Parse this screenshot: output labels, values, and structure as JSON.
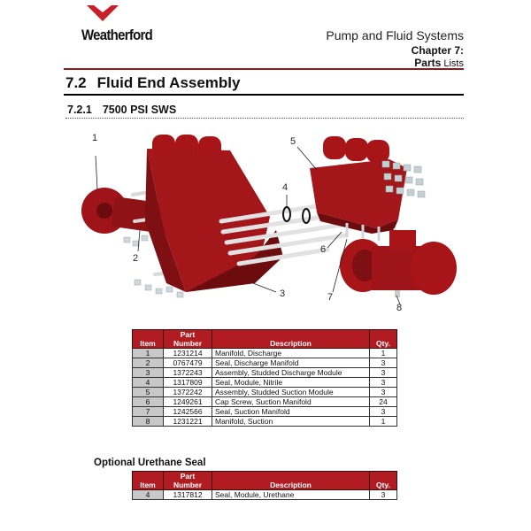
{
  "header": {
    "logo_text": "Weatherford",
    "title": "Pump and Fluid Systems",
    "chapter": "Chapter 7:",
    "section_bold": "Parts",
    "section_rest": " Lists",
    "brand_color": "#b01c22"
  },
  "section": {
    "number": "7.2",
    "title": "Fluid End Assembly"
  },
  "subsection": {
    "number": "7.2.1",
    "title": "7500 PSI SWS"
  },
  "diagram": {
    "callouts": [
      "1",
      "2",
      "3",
      "4",
      "5",
      "6",
      "7",
      "8"
    ]
  },
  "parts_table": {
    "headers": {
      "item": "Item",
      "part_top": "Part",
      "part_bottom": "Number",
      "description": "Description",
      "qty": "Qty."
    },
    "rows": [
      {
        "item": "1",
        "part": "1231214",
        "description": "Manifold, Discharge",
        "qty": "1"
      },
      {
        "item": "2",
        "part": "0767479",
        "description": "Seal, Discharge Manifold",
        "qty": "3"
      },
      {
        "item": "3",
        "part": "1372243",
        "description": "Assembly, Studded Discharge Module",
        "qty": "3"
      },
      {
        "item": "4",
        "part": "1317809",
        "description": "Seal, Module, Nitrile",
        "qty": "3"
      },
      {
        "item": "5",
        "part": "1372242",
        "description": "Assembly, Studded Suction Module",
        "qty": "3"
      },
      {
        "item": "6",
        "part": "1249261",
        "description": "Cap Screw, Suction Manifold",
        "qty": "24"
      },
      {
        "item": "7",
        "part": "1242566",
        "description": "Seal, Suction Manifold",
        "qty": "3"
      },
      {
        "item": "8",
        "part": "1231221",
        "description": "Manifold, Suction",
        "qty": "1"
      }
    ]
  },
  "optional": {
    "title": "Optional Urethane Seal",
    "rows": [
      {
        "item": "4",
        "part": "1317812",
        "description": "Seal, Module, Urethane",
        "qty": "3"
      }
    ]
  }
}
